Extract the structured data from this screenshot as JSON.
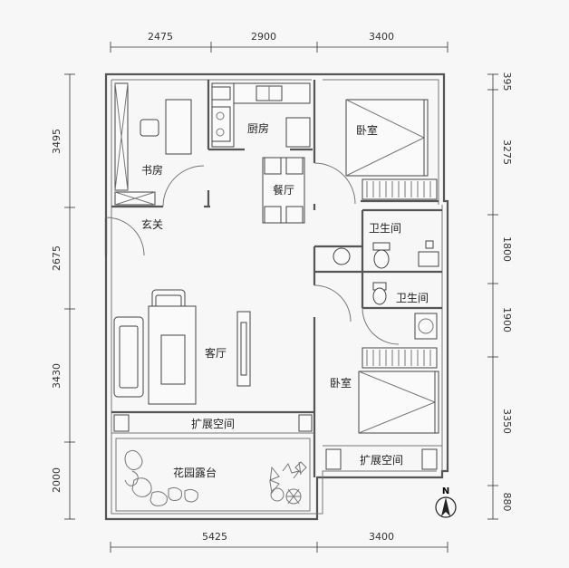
{
  "dimensions": {
    "top": [
      "2475",
      "2900",
      "3400"
    ],
    "bottom": [
      "5425",
      "3400"
    ],
    "left": [
      "3495",
      "2675",
      "3430",
      "2000"
    ],
    "right": [
      "395",
      "3275",
      "1800",
      "1900",
      "3350",
      "880"
    ]
  },
  "rooms": {
    "study": "书房",
    "kitchen": "厨房",
    "bedroom_top": "卧室",
    "dining": "餐厅",
    "entrance": "玄关",
    "bathroom_top": "卫生间",
    "bathroom_mid": "卫生间",
    "living": "客厅",
    "bedroom_bottom": "卧室",
    "expansion_left": "扩展空间",
    "expansion_right": "扩展空间",
    "garden": "花园露台"
  },
  "compass": {
    "label": "N"
  }
}
